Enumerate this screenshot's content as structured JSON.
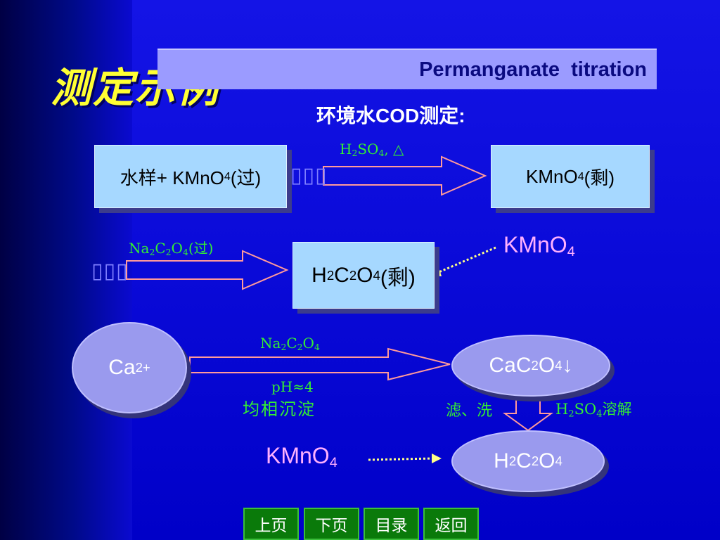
{
  "title": "测定示例",
  "header": {
    "text": "Permanganate  titration"
  },
  "subtitle": "环境水COD测定:",
  "step1": {
    "left_box": {
      "prefix": "水样+ KMnO",
      "sub": "4",
      "suffix": "(过)"
    },
    "connector_glyph": "▯▯▯",
    "arrow_label": {
      "main": "H",
      "sub": "2",
      "mid": "SO",
      "sub2": "4",
      "suffix": ", △"
    },
    "right_box": {
      "prefix": "KMnO",
      "sub": "4",
      "suffix": "(剩)"
    }
  },
  "step2": {
    "connector_glyph": "▯▯▯",
    "arrow_label": {
      "a": "Na",
      "s1": "2",
      "b": "C",
      "s2": "2",
      "c": "O",
      "s3": "4",
      "suffix": "(过)"
    },
    "box": {
      "a": "H",
      "s1": "2",
      "b": "C",
      "s2": "2",
      "c": "O",
      "s3": "4",
      "suffix": "(剩)"
    },
    "titrant": {
      "a": "KMnO",
      "s": "4"
    }
  },
  "step3": {
    "left_ellipse": {
      "a": "Ca",
      "sup": "2+"
    },
    "arrow_top": {
      "a": "Na",
      "s1": "2",
      "b": "C",
      "s2": "2",
      "c": "O",
      "s3": "4"
    },
    "arrow_bottom1": "pH≈4",
    "arrow_bottom2": "均相沉淀",
    "right_ellipse": {
      "a": "CaC",
      "s1": "2",
      "b": "O",
      "s2": "4",
      "arrow": "↓"
    },
    "filter_label": "滤、洗",
    "dissolve_label": {
      "a": "H",
      "s1": "2",
      "b": "SO",
      "s2": "4",
      "suffix": "溶解"
    },
    "bottom_ellipse": {
      "a": "H",
      "s1": "2",
      "b": "C",
      "s2": "2",
      "c": "O",
      "s3": "4"
    },
    "titrant": {
      "a": "KMnO",
      "s": "4"
    }
  },
  "nav": {
    "prev": "上页",
    "next": "下页",
    "toc": "目录",
    "back": "返回"
  },
  "colors": {
    "title": "#ffff33",
    "label_green": "#33ee33",
    "label_pink": "#ffb0ff",
    "box_fill": "#a6d8ff",
    "ellipse_fill": "#9a9aee",
    "nav_fill": "#0a7a0a"
  }
}
